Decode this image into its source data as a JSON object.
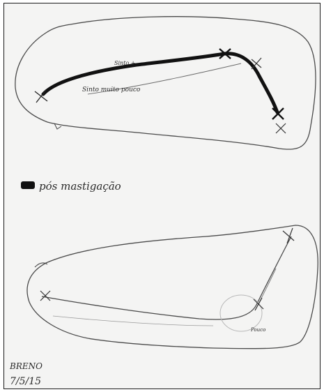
{
  "drawing_1": {
    "label_top": "Sinto +",
    "label_bottom": "Sinto muito pouco"
  },
  "legend": {
    "label": "pós mastigação",
    "swatch_color": "#111111"
  },
  "drawing_2": {
    "label_small": "Pouco"
  },
  "signature": {
    "name": "BRENO",
    "date": "7/5/15"
  },
  "colors": {
    "paper": "#f4f4f3",
    "pencil": "#4a4a4a",
    "marker": "#111111",
    "border": "#1a1a1a"
  }
}
